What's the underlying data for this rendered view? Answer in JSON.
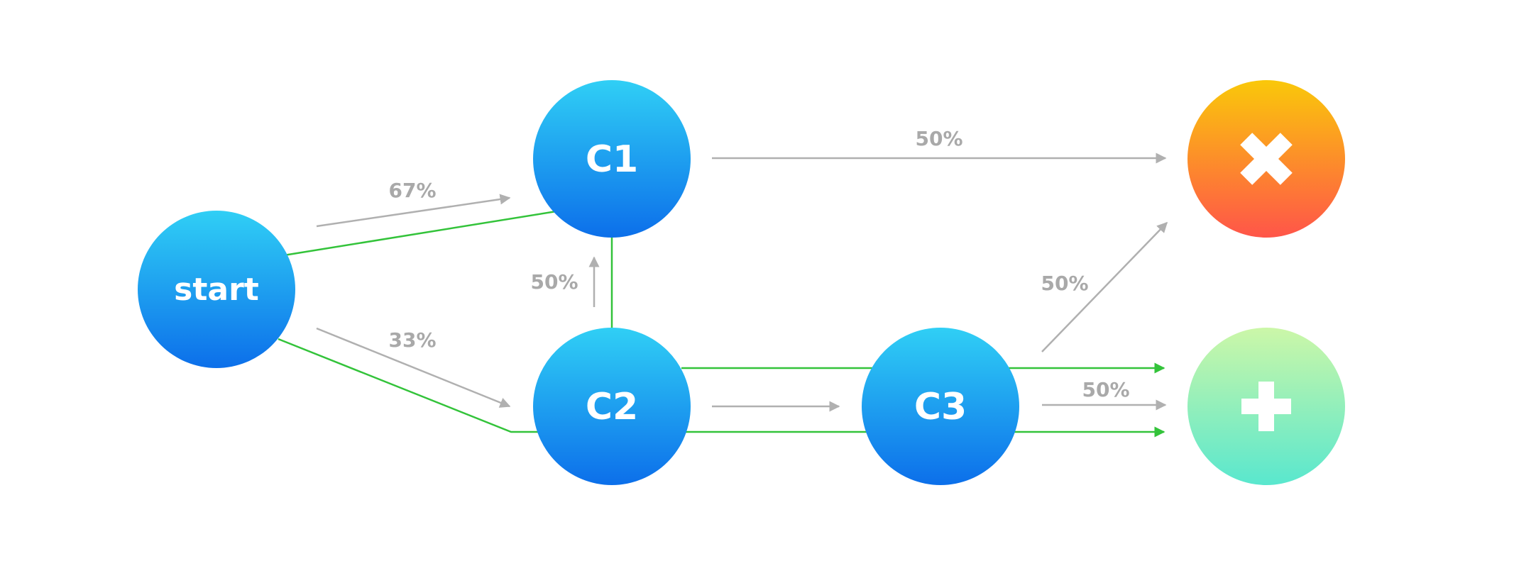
{
  "nodes": {
    "start": {
      "label": "start"
    },
    "c1": {
      "label": "C1"
    },
    "c2": {
      "label": "C2"
    },
    "c3": {
      "label": "C3"
    },
    "fail": {
      "icon": "x-icon"
    },
    "success": {
      "icon": "plus-icon"
    }
  },
  "edges": {
    "start_c1": {
      "label": "67%"
    },
    "start_c2": {
      "label": "33%"
    },
    "c2_c1": {
      "label": "50%"
    },
    "c1_fail": {
      "label": "50%"
    },
    "c3_fail": {
      "label": "50%"
    },
    "c3_success": {
      "label": "50%"
    }
  },
  "colors": {
    "node_gradient_top": "#30CFF5",
    "node_gradient_bottom": "#0C6FEA",
    "fail_gradient_top": "#FAC80A",
    "fail_gradient_bottom": "#FF5549",
    "success_gradient_top": "#CCF7A8",
    "success_gradient_bottom": "#59E7CE",
    "green_path": "#33C33A",
    "gray_arrow": "#B0B0B0",
    "label_gray": "#A9A9A9"
  }
}
